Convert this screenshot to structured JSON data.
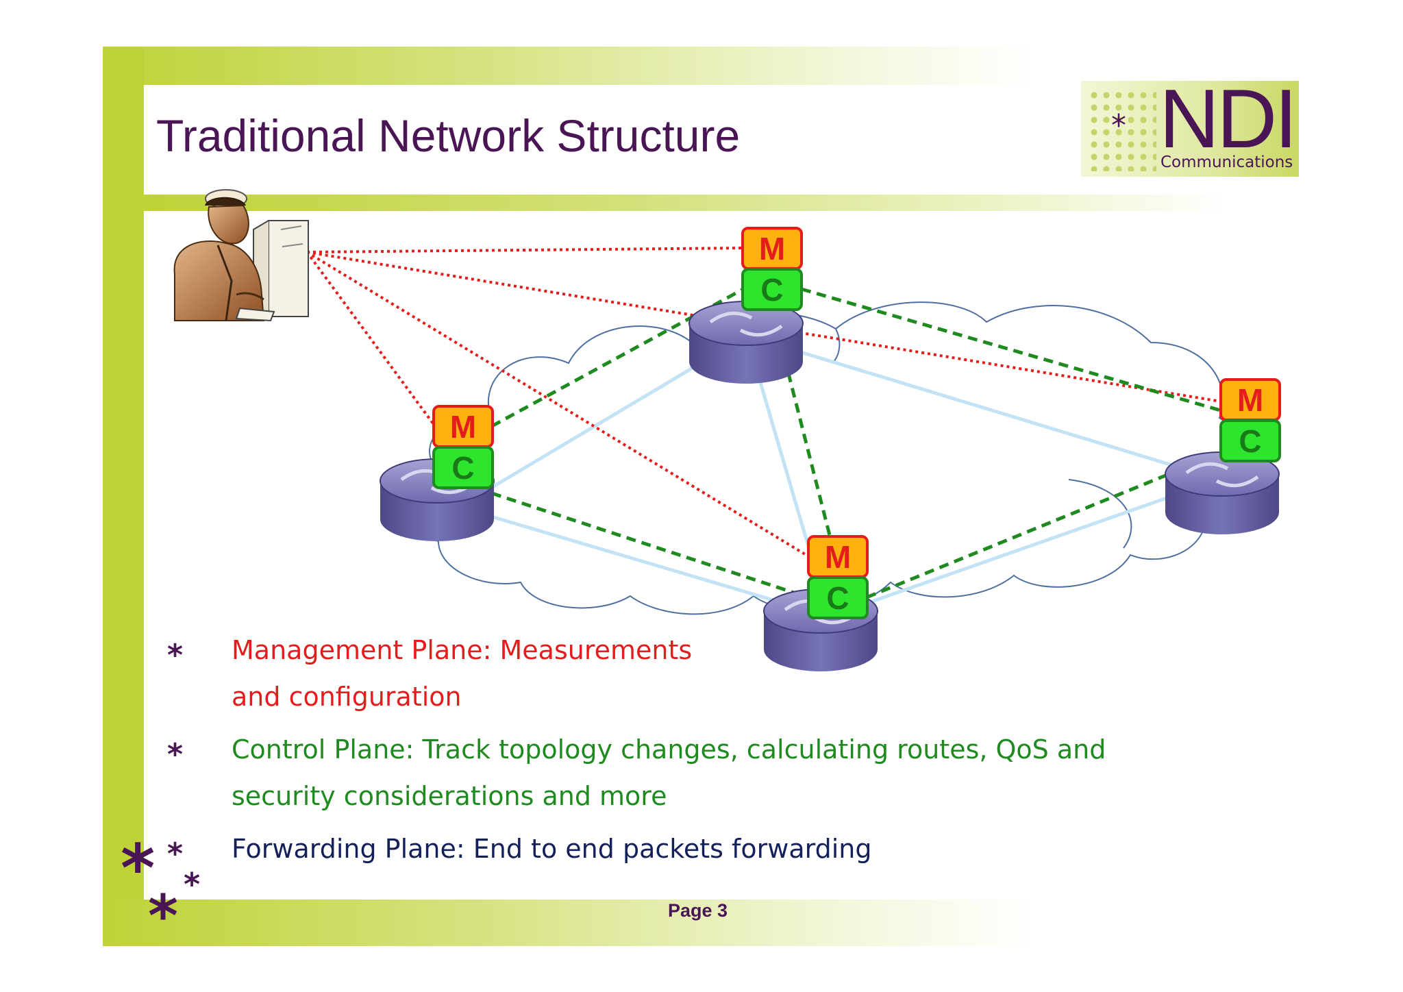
{
  "slide": {
    "title": "Traditional Network Structure",
    "page_label": "Page 3",
    "colors": {
      "frame_green": "#bfd237",
      "title_purple": "#4a1555",
      "management_red": "#e41c1c",
      "control_green": "#1f8a1f",
      "forwarding_navy": "#14205a"
    }
  },
  "logo": {
    "main": "NDI",
    "sub": "Communications",
    "star": "*"
  },
  "diagram": {
    "operator_icon": "operator-at-computer-icon",
    "management_label": "M",
    "control_label": "C",
    "router_icon": "router-icon",
    "cloud_icon": "network-cloud-icon"
  },
  "bullets": [
    {
      "marker": "*",
      "lines": [
        "Management Plane: Measurements",
        "and configuration"
      ]
    },
    {
      "marker": "*",
      "lines": [
        "Control Plane: Track topology changes, calculating routes, QoS and",
        "security considerations and more"
      ]
    },
    {
      "marker": "*",
      "lines": [
        "Forwarding Plane: End to end packets forwarding"
      ]
    }
  ]
}
